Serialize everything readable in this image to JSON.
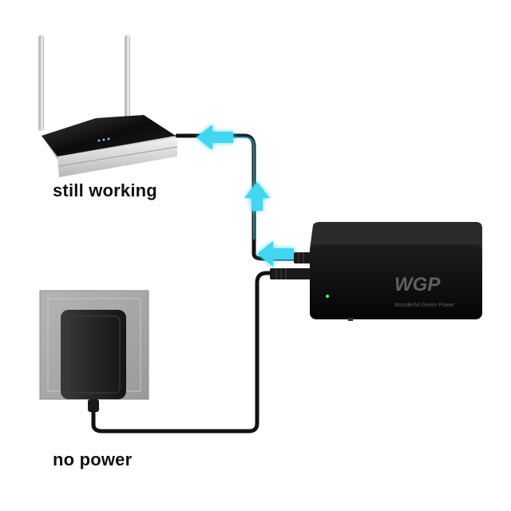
{
  "labels": {
    "router_status": "still working",
    "outlet_status": "no power"
  },
  "ups_brand": {
    "logo": "WGP",
    "tagline": "Wonderful Green Power"
  },
  "colors": {
    "arrow": "#43d6f0",
    "cable": "#111111",
    "text": "#111111"
  }
}
